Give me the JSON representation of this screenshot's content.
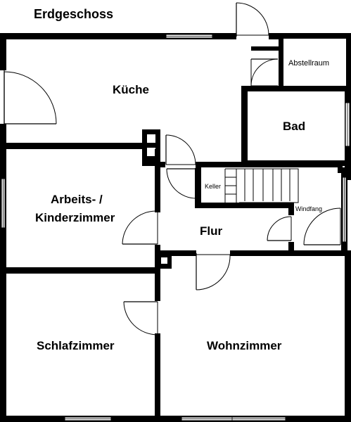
{
  "floor_title": "Erdgeschoss",
  "rooms": {
    "kueche": "Küche",
    "abstellraum": "Abstellraum",
    "bad": "Bad",
    "keller": "Keller",
    "arbeitszimmer_line1": "Arbeits- /",
    "arbeitszimmer_line2": "Kinderzimmer",
    "flur": "Flur",
    "windfang": "Windfang",
    "schlafzimmer": "Schlafzimmer",
    "wohnzimmer": "Wohnzimmer"
  },
  "colors": {
    "wall": "#000000",
    "background": "#ffffff"
  }
}
